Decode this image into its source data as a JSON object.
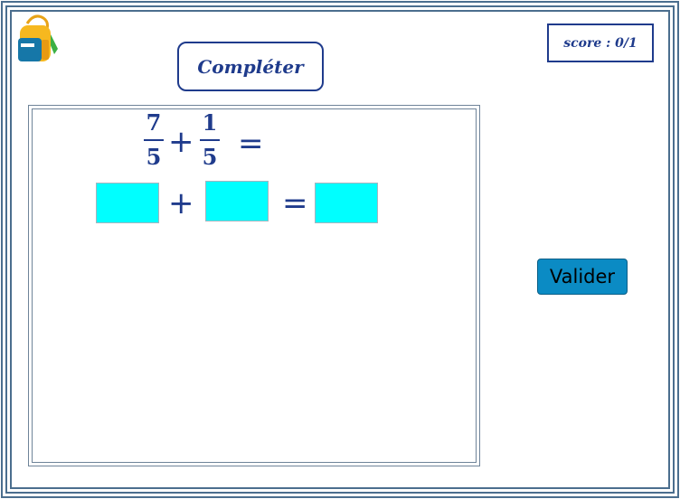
{
  "title": "Compléter",
  "score": "score : 0/1",
  "expression": {
    "fraction1": {
      "numerator": "7",
      "denominator": "5"
    },
    "plus": "+",
    "fraction2": {
      "numerator": "1",
      "denominator": "5"
    },
    "equals": "="
  },
  "answer_row": {
    "input1_value": "",
    "plus": "+",
    "input2_value": "",
    "equals": "=",
    "input3_value": ""
  },
  "validate_label": "Valider",
  "colors": {
    "frame": "#4b6e8e",
    "text": "#1f3b8c",
    "input_fill": "#00ffff",
    "button": "#0b8bc4"
  },
  "icons": {
    "logo": "backpack-icon"
  }
}
